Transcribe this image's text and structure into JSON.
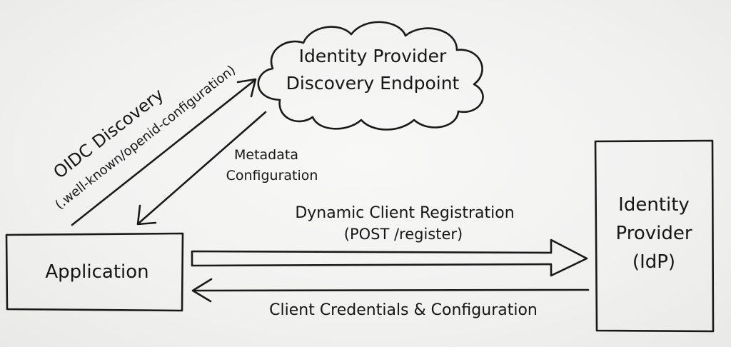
{
  "cloud": {
    "line1": "Identity Provider",
    "line2": "Discovery Endpoint"
  },
  "application_box": {
    "label": "Application"
  },
  "idp_box": {
    "line1": "Identity",
    "line2": "Provider",
    "line3": "(IdP)"
  },
  "arrows": {
    "discovery_title": "OIDC Discovery",
    "discovery_path": "(.well-known/openid-configuration)",
    "metadata_line1": "Metadata",
    "metadata_line2": "Configuration",
    "registration_line1": "Dynamic Client Registration",
    "registration_line2": "(POST /register)",
    "credentials": "Client Credentials & Configuration"
  }
}
